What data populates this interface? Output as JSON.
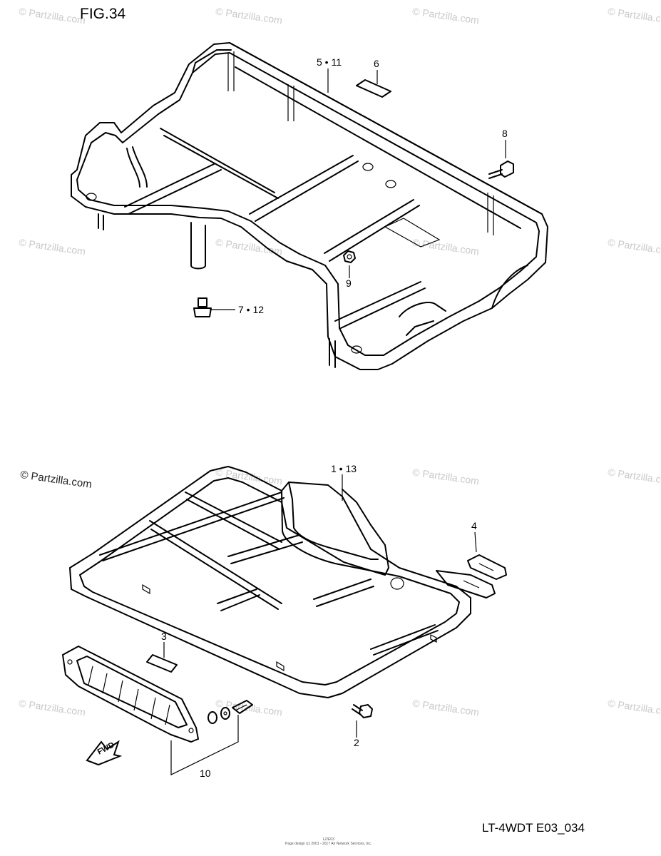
{
  "figure": {
    "title": "FIG.34",
    "drawing_code": "LT-4WDT E03_034"
  },
  "watermark": {
    "text": "© Partzilla.com"
  },
  "small_print": {
    "line1": "LZ/E03",
    "line2": "Page design (c) 2001 - 2017 Ari Network Services, Inc."
  },
  "callouts": [
    {
      "id": "5-11",
      "label": "5 • 11"
    },
    {
      "id": "6",
      "label": "6"
    },
    {
      "id": "8",
      "label": "8"
    },
    {
      "id": "9",
      "label": "9"
    },
    {
      "id": "7-12",
      "label": "7 • 12"
    },
    {
      "id": "1-13",
      "label": "1 • 13"
    },
    {
      "id": "4",
      "label": "4"
    },
    {
      "id": "3",
      "label": "3"
    },
    {
      "id": "2",
      "label": "2"
    },
    {
      "id": "10",
      "label": "10"
    }
  ],
  "fwd_arrow": {
    "label": "FWD"
  }
}
